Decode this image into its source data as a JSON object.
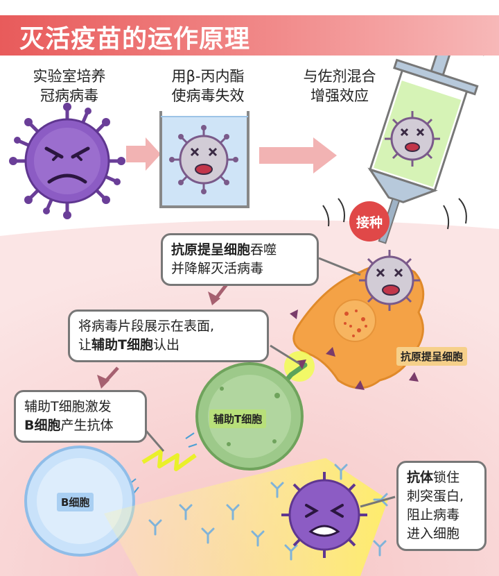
{
  "title": "灭活疫苗的运作原理",
  "steps": {
    "s1_line1": "实验室培养",
    "s1_line2": "冠病病毒",
    "s2_line1": "用β-丙内酯",
    "s2_line2": "使病毒失效",
    "s3_line1": "与佐剂混合",
    "s3_line2": "增强效应"
  },
  "inoculate_label": "接种",
  "bubbles": {
    "apc_b": "抗原提呈细胞",
    "apc_rest1": "吞噬",
    "apc_line2": "并降解灭活病毒",
    "display_line1": "将病毒片段展示在表面,",
    "display_pre": "让",
    "display_b": "辅助T细胞",
    "display_post": "认出",
    "tcell_line1": "辅助T细胞激发",
    "tcell_b": "B细胞",
    "tcell_post": "产生抗体",
    "ab_b": "抗体",
    "ab_rest1": "锁住",
    "ab_line2": "刺突蛋白,",
    "ab_line3": "阻止病毒",
    "ab_line4": "进入细胞"
  },
  "cell_labels": {
    "apc": "抗原提呈细胞",
    "tcell": "辅助T细胞",
    "bcell": "B细胞"
  },
  "colors": {
    "title_red": "#e85b5b",
    "virus_purple": "#7d4fb0",
    "apc_orange": "#f4a246",
    "tcell_green": "#7fb069",
    "bcell_blue": "#bcd9f5",
    "antibody_blue": "#7fb3d9",
    "arrow_pink": "#f2b3b3",
    "body_pink": "#f7d6d6"
  }
}
